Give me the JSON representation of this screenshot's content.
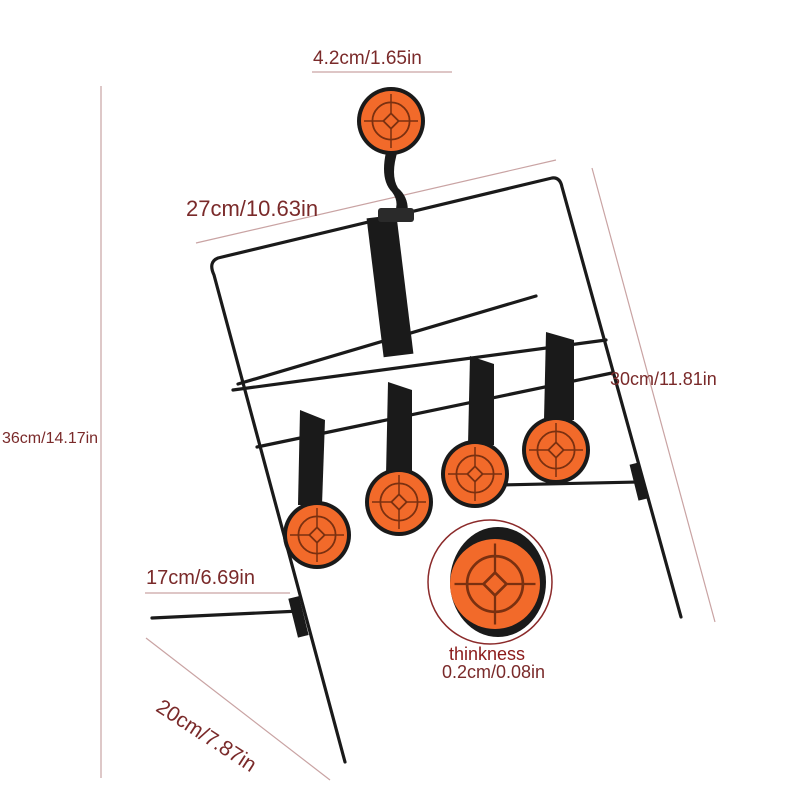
{
  "colors": {
    "dimension_text": "#7a2a2a",
    "dimension_line": "#c9a3a3",
    "frame": "#1a1a1a",
    "target_orange": "#f26a2a",
    "target_lines": "#7a3010",
    "thickness_text": "#8b1a1a"
  },
  "dimensions": {
    "target_diameter": "4.2cm/1.65in",
    "frame_width": "27cm/10.63in",
    "frame_side": "30cm/11.81in",
    "total_height": "36cm/14.17in",
    "foot_length": "17cm/6.69in",
    "base_depth": "20cm/7.87in"
  },
  "thickness": {
    "label": "thinkness",
    "value": "0.2cm/0.08in"
  }
}
